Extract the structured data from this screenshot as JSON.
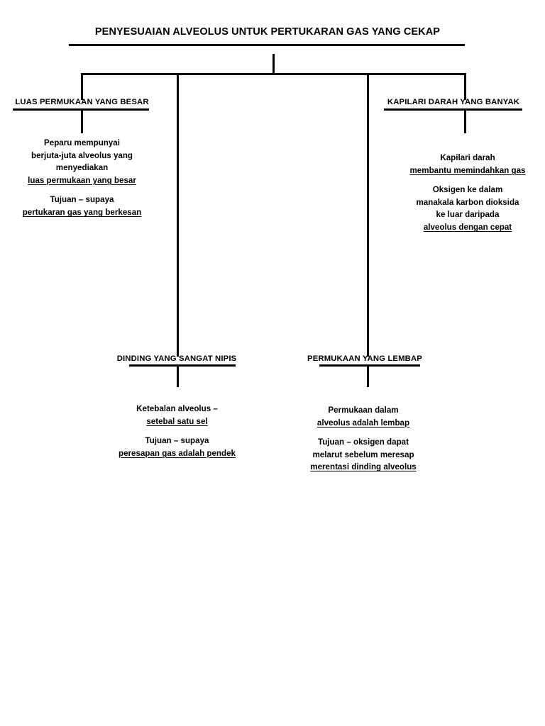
{
  "diagram": {
    "title": "PENYESUAIAN ALVEOLUS UNTUK PERTUKARAN GAS YANG CEKAP",
    "type": "tree-diagram",
    "language": "ms",
    "nodes": [
      {
        "id": "luas-permukaan",
        "heading": "LUAS PERMUKAAN YANG BESAR",
        "position": "top-left",
        "body": {
          "para1": [
            {
              "text": "Peparu mempunyai",
              "underline": false
            },
            {
              "text": "berjuta-juta alveolus yang",
              "underline": false
            },
            {
              "text": "menyediakan",
              "underline": false
            },
            {
              "text": "luas permukaan yang besar",
              "underline": true
            }
          ],
          "para2": [
            {
              "text": "Tujuan – supaya",
              "underline": false
            },
            {
              "text": "pertukaran gas yang berkesan",
              "underline": true
            }
          ]
        }
      },
      {
        "id": "kapilari-darah",
        "heading": "KAPILARI DARAH YANG BANYAK",
        "position": "top-right",
        "body": {
          "para1": [
            {
              "text": "Kapilari darah",
              "underline": false
            },
            {
              "text": "membantu memindahkan gas",
              "underline": true
            }
          ],
          "para2": [
            {
              "text": "Oksigen ke dalam",
              "underline": false
            },
            {
              "text": "manakala karbon dioksida",
              "underline": false
            },
            {
              "text": "ke luar daripada",
              "underline": false
            },
            {
              "text": "alveolus dengan cepat",
              "underline": true
            }
          ]
        }
      },
      {
        "id": "dinding-nipis",
        "heading": "DINDING YANG SANGAT NIPIS",
        "position": "bottom-left",
        "body": {
          "para1": [
            {
              "text": "Ketebalan alveolus –",
              "underline": false
            },
            {
              "text": "setebal satu sel",
              "underline": true
            }
          ],
          "para2": [
            {
              "text": "Tujuan – supaya",
              "underline": false
            },
            {
              "text": "peresapan gas adalah pendek",
              "underline": true
            }
          ]
        }
      },
      {
        "id": "permukaan-lembap",
        "heading": "PERMUKAAN YANG LEMBAP",
        "position": "bottom-right",
        "body": {
          "para1": [
            {
              "text": "Permukaan dalam",
              "underline": false
            },
            {
              "text": "alveolus adalah lembap",
              "underline": true
            }
          ],
          "para2": [
            {
              "text": "Tujuan – oksigen dapat",
              "underline": false
            },
            {
              "text": "melarut sebelum meresap",
              "underline": false
            },
            {
              "text": "merentasi dinding alveolus",
              "underline": true
            }
          ]
        }
      }
    ],
    "colors": {
      "ink": "#000000",
      "background": "#ffffff"
    }
  }
}
